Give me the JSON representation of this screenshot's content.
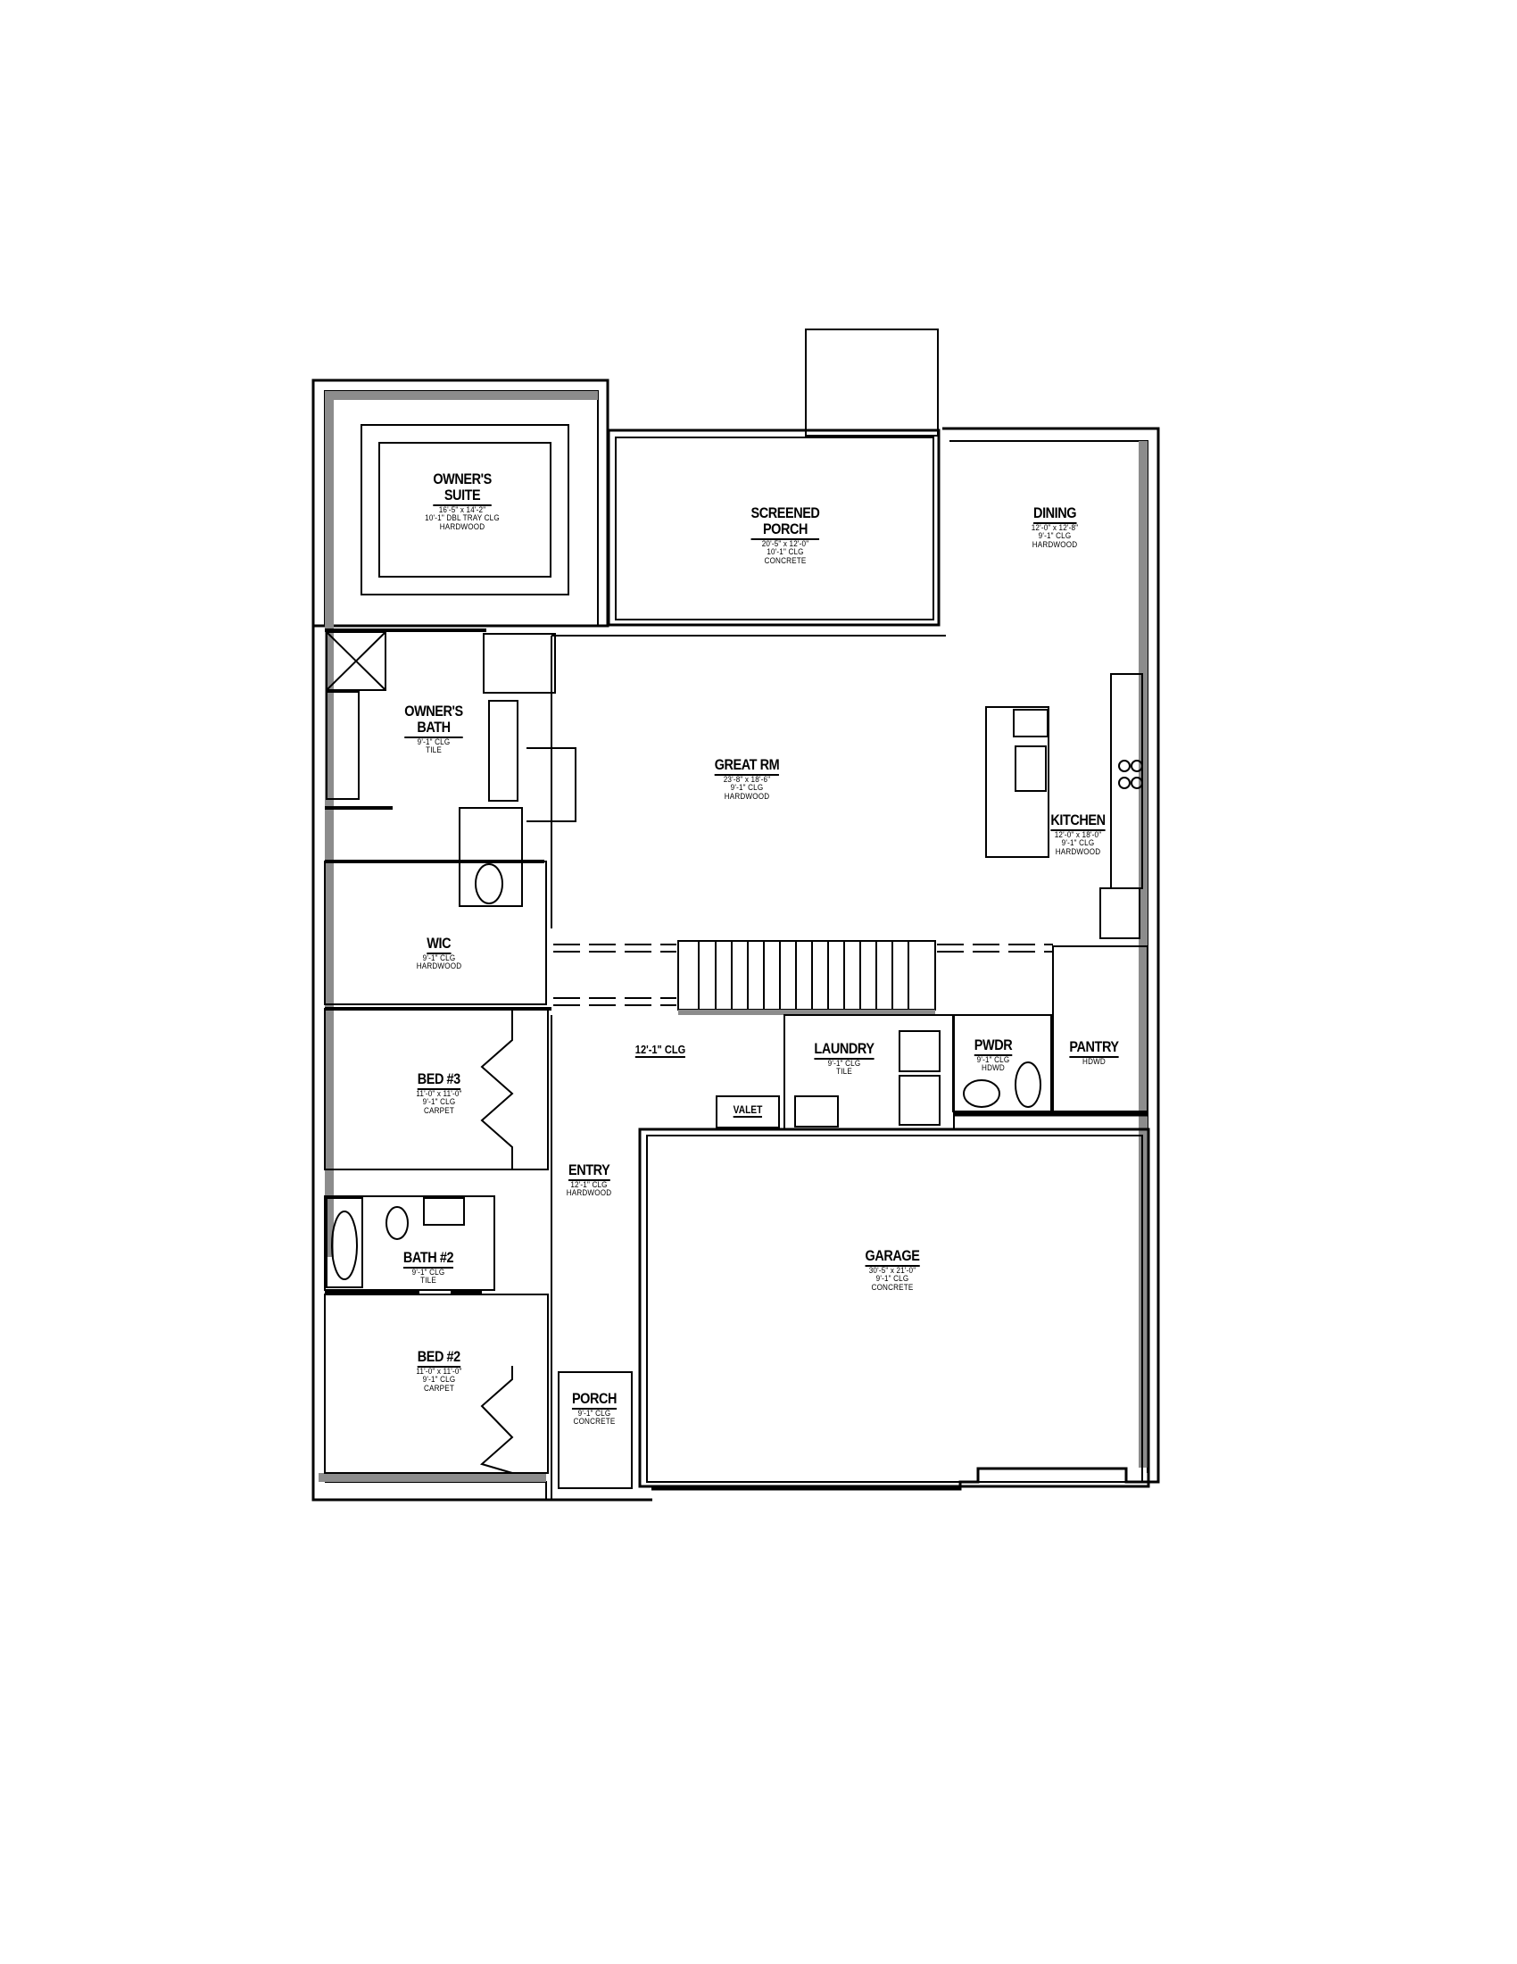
{
  "plan": {
    "type": "floor plan",
    "rooms": [
      {
        "name_lines": [
          "OWNER'S",
          "SUITE"
        ],
        "dims": "16'-5\" x 14'-2\"",
        "ceiling": "10'-1\" DBL TRAY CLG",
        "floor": "HARDWOOD"
      },
      {
        "name_lines": [
          "SCREENED",
          "PORCH"
        ],
        "dims": "20'-5\" x 12'-0\"",
        "ceiling": "10'-1\" CLG",
        "floor": "CONCRETE"
      },
      {
        "name_lines": [
          "DINING"
        ],
        "dims": "12'-0\" x 12'-8\"",
        "ceiling": "9'-1\" CLG",
        "floor": "HARDWOOD"
      },
      {
        "name_lines": [
          "OWNER'S",
          "BATH"
        ],
        "dims": "",
        "ceiling": "9'-1\" CLG",
        "floor": "TILE"
      },
      {
        "name_lines": [
          "GREAT RM"
        ],
        "dims": "23'-8\" x 18'-6\"",
        "ceiling": "9'-1\" CLG",
        "floor": "HARDWOOD"
      },
      {
        "name_lines": [
          "KITCHEN"
        ],
        "dims": "12'-0\" x 18'-0\"",
        "ceiling": "9'-1\" CLG",
        "floor": "HARDWOOD"
      },
      {
        "name_lines": [
          "WIC"
        ],
        "dims": "",
        "ceiling": "9'-1\" CLG",
        "floor": "HARDWOOD"
      },
      {
        "name_lines": [
          "LAUNDRY"
        ],
        "dims": "",
        "ceiling": "9'-1\" CLG",
        "floor": "TILE"
      },
      {
        "name_lines": [
          "PWDR"
        ],
        "dims": "",
        "ceiling": "9'-1\" CLG",
        "floor": "HDWD"
      },
      {
        "name_lines": [
          "PANTRY"
        ],
        "dims": "",
        "ceiling": "",
        "floor": "HDWD"
      },
      {
        "name_lines": [
          "BED #3"
        ],
        "dims": "11'-0\" x 11'-0\"",
        "ceiling": "9'-1\" CLG",
        "floor": "CARPET"
      },
      {
        "name_lines": [
          "ENTRY"
        ],
        "dims": "",
        "ceiling": "12'-1\" CLG",
        "floor": "HARDWOOD"
      },
      {
        "name_lines": [
          "BATH #2"
        ],
        "dims": "",
        "ceiling": "9'-1\" CLG",
        "floor": "TILE"
      },
      {
        "name_lines": [
          "GARAGE"
        ],
        "dims": "30'-5\" x 21'-0\"",
        "ceiling": "9'-1\" CLG",
        "floor": "CONCRETE"
      },
      {
        "name_lines": [
          "BED #2"
        ],
        "dims": "11'-0\" x 11'-0\"",
        "ceiling": "9'-1\" CLG",
        "floor": "CARPET"
      },
      {
        "name_lines": [
          "PORCH"
        ],
        "dims": "",
        "ceiling": "9'-1\" CLG",
        "floor": "CONCRETE"
      }
    ],
    "notes": {
      "foyer_ceiling": "12'-1\" CLG",
      "valet": "VALET"
    },
    "colors": {
      "wall_line": "#000000",
      "wall_fill": "#8c8c8c",
      "background": "#ffffff"
    }
  }
}
